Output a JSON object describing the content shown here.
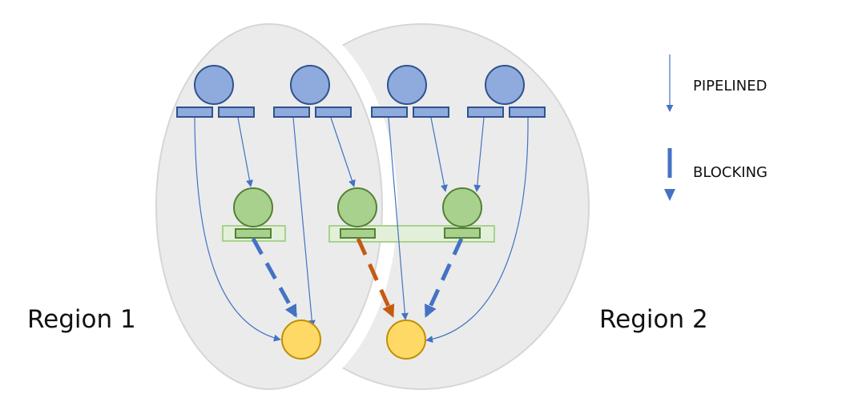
{
  "diagram": {
    "regions": [
      {
        "id": "region-1",
        "label": "Region 1"
      },
      {
        "id": "region-2",
        "label": "Region 2"
      }
    ],
    "legend": [
      {
        "id": "pipelined",
        "label": "PIPELINED",
        "style": "thin-solid-arrow"
      },
      {
        "id": "blocking",
        "label": "BLOCKING",
        "style": "thick-dashed-arrow"
      }
    ],
    "colors": {
      "region_fill": "#ebebeb",
      "region_stroke": "#d6d6d6",
      "source_fill": "#8faadc",
      "source_stroke": "#2f528f",
      "intermediate_fill": "#a9d18e",
      "intermediate_stroke": "#538135",
      "intermediate_group_fill": "#e2f0d9",
      "intermediate_group_stroke": "#a9d18e",
      "sink_fill": "#ffd966",
      "sink_stroke": "#bf9000",
      "pipelined_edge": "#4472c4",
      "blocking_edge": "#4472c4",
      "cross_region_blocking_edge": "#c55a11"
    },
    "nodes": {
      "sources": [
        {
          "id": "s1",
          "region": "region-1",
          "outputs": [
            "s1a",
            "s1b"
          ]
        },
        {
          "id": "s2",
          "region": "region-1",
          "outputs": [
            "s2a",
            "s2b"
          ]
        },
        {
          "id": "s3",
          "region": "region-2",
          "outputs": [
            "s3a",
            "s3b"
          ]
        },
        {
          "id": "s4",
          "region": "region-2",
          "outputs": [
            "s4a",
            "s4b"
          ]
        }
      ],
      "intermediates": [
        {
          "id": "g1",
          "region": "region-1",
          "output": "g1o",
          "group": "group-a"
        },
        {
          "id": "g2",
          "region": "region-1",
          "output": "g2o",
          "group": "group-b"
        },
        {
          "id": "g3",
          "region": "region-2",
          "output": "g3o",
          "group": "group-b"
        }
      ],
      "sinks": [
        {
          "id": "y1",
          "region": "region-1"
        },
        {
          "id": "y2",
          "region": "region-2"
        }
      ]
    },
    "edges": [
      {
        "from": "s1a",
        "to": "y1",
        "type": "pipelined"
      },
      {
        "from": "s1b",
        "to": "g1",
        "type": "pipelined"
      },
      {
        "from": "s2a",
        "to": "y1",
        "type": "pipelined"
      },
      {
        "from": "s2b",
        "to": "g2",
        "type": "pipelined"
      },
      {
        "from": "s3a",
        "to": "y2",
        "type": "pipelined"
      },
      {
        "from": "s3b",
        "to": "g3",
        "type": "pipelined"
      },
      {
        "from": "s4a",
        "to": "g3",
        "type": "pipelined"
      },
      {
        "from": "s4b",
        "to": "y2",
        "type": "pipelined"
      },
      {
        "from": "g1o",
        "to": "y1",
        "type": "blocking"
      },
      {
        "from": "g2o",
        "to": "y2",
        "type": "blocking",
        "cross_region": true
      },
      {
        "from": "g3o",
        "to": "y2",
        "type": "blocking"
      }
    ]
  }
}
